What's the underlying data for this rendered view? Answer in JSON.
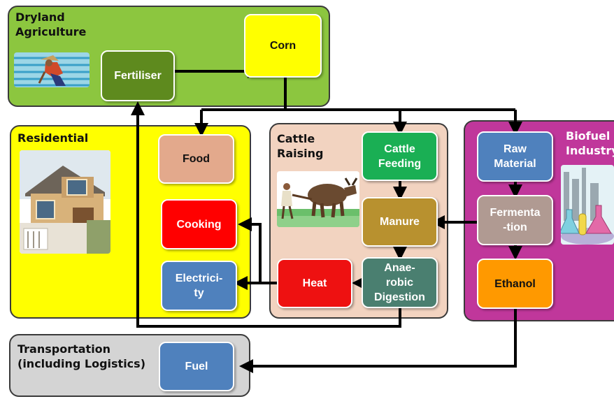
{
  "panels": {
    "dryland": {
      "title": "Dryland\nAgriculture",
      "color": "#8cc63f"
    },
    "residential": {
      "title": "Residential",
      "color": "#ffff00"
    },
    "cattle": {
      "title": "Cattle\nRaising",
      "color": "#f2d3c0"
    },
    "biofuel": {
      "title": "Biofuel\nIndustry",
      "color": "#c0379b"
    },
    "transport": {
      "title": "Transportation\n(including Logistics)",
      "color": "#d4d4d4"
    }
  },
  "nodes": {
    "fertiliser": "Fertiliser",
    "corn": "Corn",
    "food": "Food",
    "cooking": "Cooking",
    "electricity": "Electrici-\nty",
    "cattle_feeding": "Cattle\nFeeding",
    "manure": "Manure",
    "heat": "Heat",
    "anaerobic_digestion": "Anae-\nrobic\nDigestion",
    "raw_material": "Raw\nMaterial",
    "fermentation": "Fermenta\n-tion",
    "ethanol": "Ethanol",
    "fuel": "Fuel"
  },
  "node_colors": {
    "fertiliser": "#5e8a1e",
    "corn": "#ffff00",
    "food": "#e3a98c",
    "cooking": "#ff0000",
    "electricity": "#4f81bd",
    "cattle_feeding": "#1aaf54",
    "manure": "#b8912f",
    "heat": "#ee1111",
    "anaerobic_digestion": "#4a7f70",
    "raw_material": "#4f81bd",
    "fermentation": "#b09a92",
    "ethanol": "#ff9900",
    "fuel": "#4f81bd"
  },
  "icons": [
    "farmer-planting-picture",
    "house-picture",
    "ox-plough-picture",
    "laboratory-flasks-picture"
  ]
}
